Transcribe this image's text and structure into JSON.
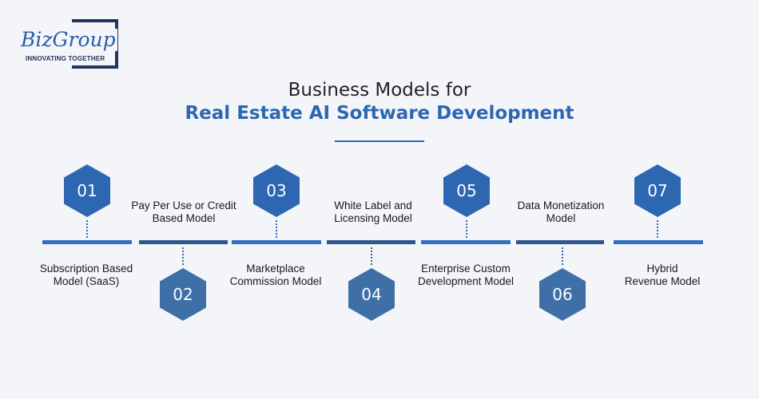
{
  "logo": {
    "name": "BizGroup",
    "tagline": "INNOVATING TOGETHER"
  },
  "title": {
    "line1": "Business Models for",
    "line2": "Real Estate AI Software Development"
  },
  "steps": [
    {
      "num": "01",
      "label": "Subscription Based\nModel (SaaS)"
    },
    {
      "num": "02",
      "label": "Pay Per Use or Credit\nBased Model"
    },
    {
      "num": "03",
      "label": "Marketplace\nCommission Model"
    },
    {
      "num": "04",
      "label": "White Label and\nLicensing Model"
    },
    {
      "num": "05",
      "label": "Enterprise Custom\nDevelopment Model"
    },
    {
      "num": "06",
      "label": "Data Monetization\nModel"
    },
    {
      "num": "07",
      "label": "Hybrid\nRevenue Model"
    }
  ],
  "colors": {
    "primary": "#2d67b1",
    "dark": "#1f3559",
    "background": "#f3f5f9"
  }
}
